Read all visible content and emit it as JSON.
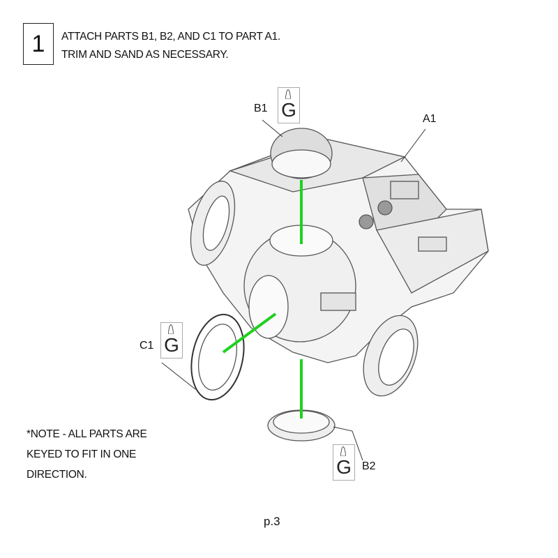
{
  "step": {
    "number": "1",
    "lines": [
      "ATTACH PARTS B1, B2, AND C1 TO PART A1.",
      "TRIM AND SAND AS NECESSARY."
    ]
  },
  "parts": {
    "b1": "B1",
    "a1": "A1",
    "c1": "C1",
    "b2": "B2"
  },
  "glue_icon": {
    "letter": "G"
  },
  "note": {
    "lines": [
      "*NOTE - ALL PARTS ARE",
      "KEYED TO FIT IN ONE",
      "DIRECTION."
    ]
  },
  "page_number": "p.3",
  "colors": {
    "guide_line": "#1fd11f",
    "outline": "#444444"
  }
}
